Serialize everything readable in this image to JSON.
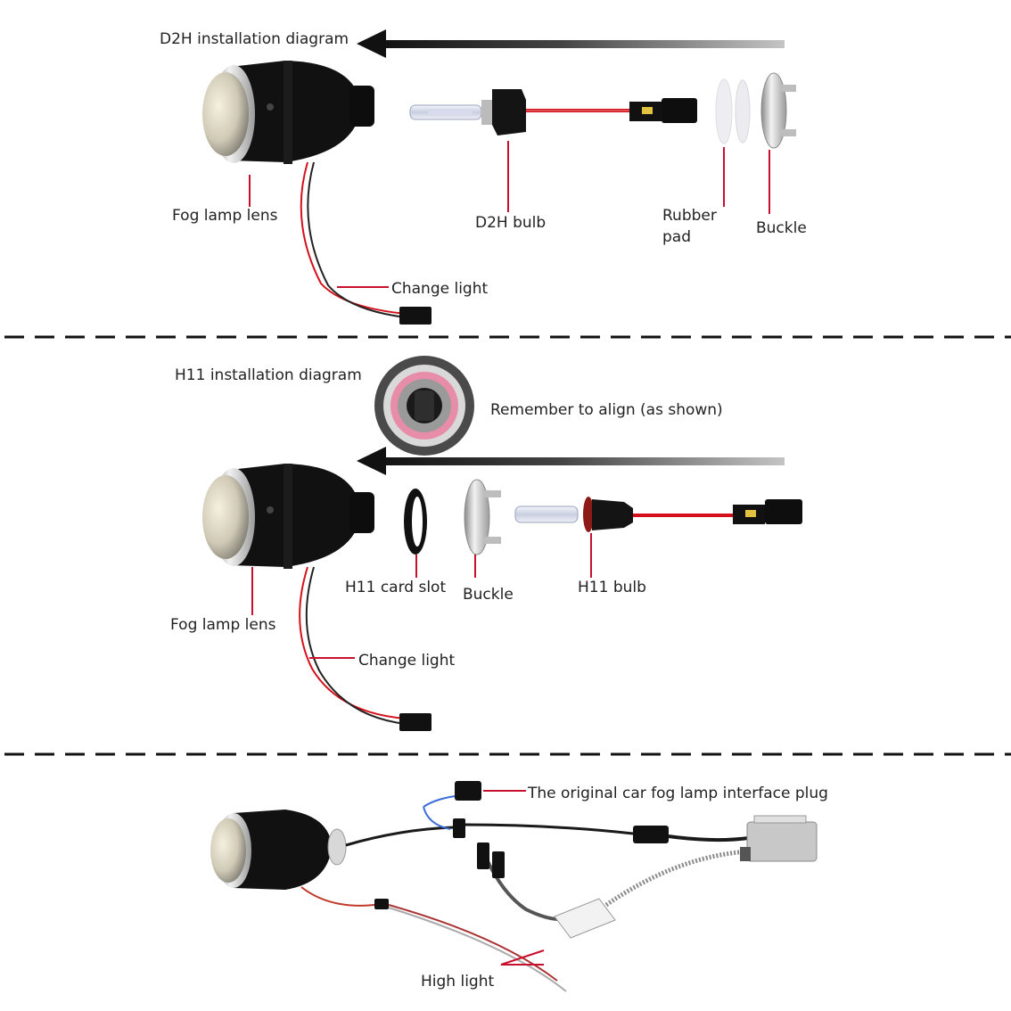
{
  "section1": {
    "title": "D2H installation diagram",
    "labels": {
      "fog_lamp_lens": "Fog lamp lens",
      "d2h_bulb": "D2H bulb",
      "rubber_pad_line1": "Rubber",
      "rubber_pad_line2": "pad",
      "buckle": "Buckle",
      "change_light": "Change light"
    }
  },
  "section2": {
    "title": "H11 installation diagram",
    "labels": {
      "align_note": "Remember to align (as shown)",
      "h11_card_slot": "H11 card slot",
      "buckle": "Buckle",
      "h11_bulb": "H11 bulb",
      "fog_lamp_lens": "Fog lamp lens",
      "change_light": "Change light"
    }
  },
  "section3": {
    "labels": {
      "interface_plug": "The original car fog lamp interface plug",
      "high_light": "High light"
    }
  },
  "colors": {
    "leader_red": "#c8102e",
    "lamp_black": "#111111",
    "wire_red": "#d4101a",
    "divider": "#111111"
  }
}
